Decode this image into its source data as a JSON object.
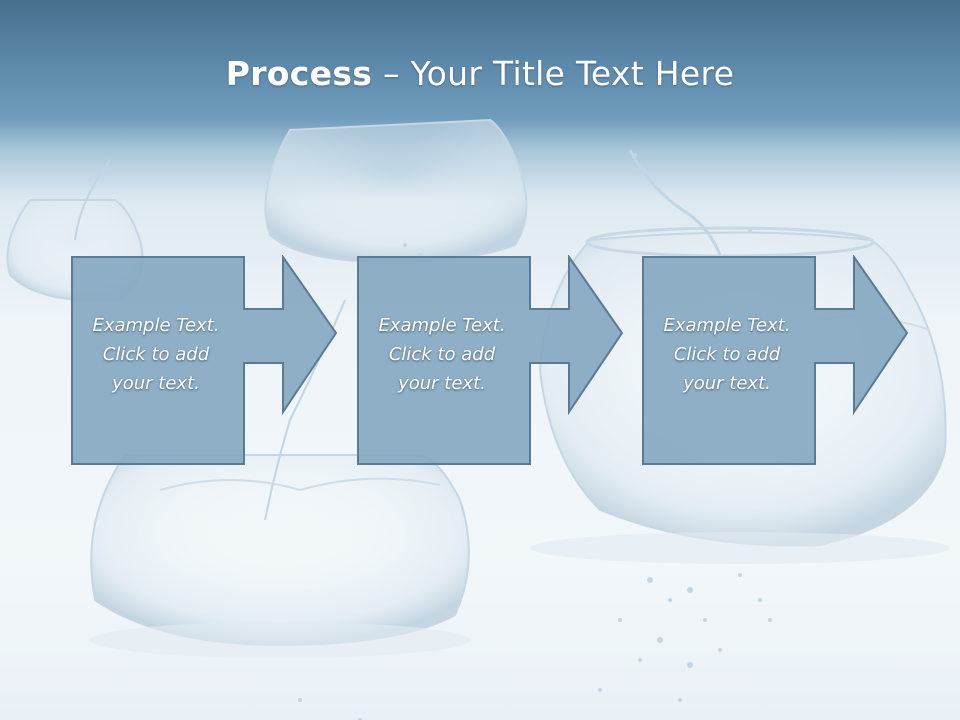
{
  "slide": {
    "title_bold": "Process",
    "title_rest": " – Your Title Text Here",
    "steps": [
      {
        "line1": "Example Text.",
        "line2": "Click  to add",
        "line3": "your text."
      },
      {
        "line1": "Example Text.",
        "line2": "Click  to add",
        "line3": "your text."
      },
      {
        "line1": "Example Text.",
        "line2": "Click  to add",
        "line3": "your text."
      }
    ]
  },
  "colors": {
    "header_blue": "#5b87a8",
    "shape_fill": "#86a9c2",
    "shape_stroke": "#5b7a93"
  }
}
